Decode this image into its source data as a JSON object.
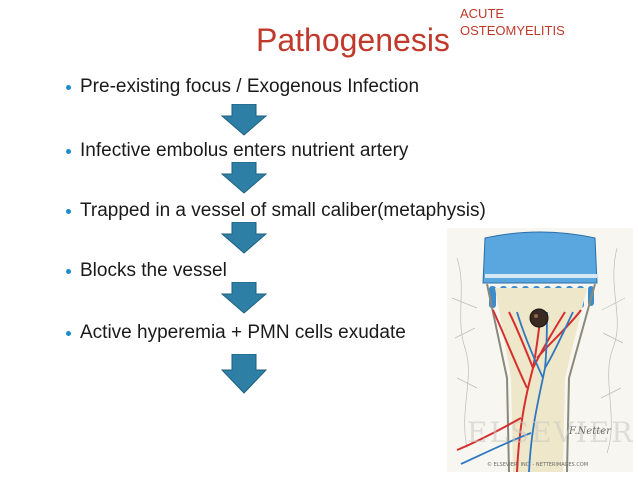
{
  "slide": {
    "title": "Pathogenesis",
    "corner_label": [
      "ACUTE",
      "OSTEOMYELITIS"
    ],
    "bullets": [
      "Pre-existing focus / Exogenous Infection",
      "Infective embolus enters nutrient artery",
      "Trapped in a vessel of small caliber(metaphysis)",
      "Blocks the vessel",
      "Active hyperemia + PMN cells exudate"
    ],
    "illustration": {
      "watermark": "ELSEVIER",
      "copyright": "© ELSEVIER, INC. - NETTERIMAGES.COM",
      "signature": "F.Netter"
    }
  },
  "colors": {
    "title": "#c0392b",
    "bullet_dot": "#1a8ccf",
    "arrow_fill": "#2e7fa6",
    "bone_blue": "#4a9ad6",
    "artery_red": "#d62f2f"
  },
  "icons": {
    "flow_arrow": "down-arrow-icon",
    "bullet": "bullet-dot-icon"
  }
}
